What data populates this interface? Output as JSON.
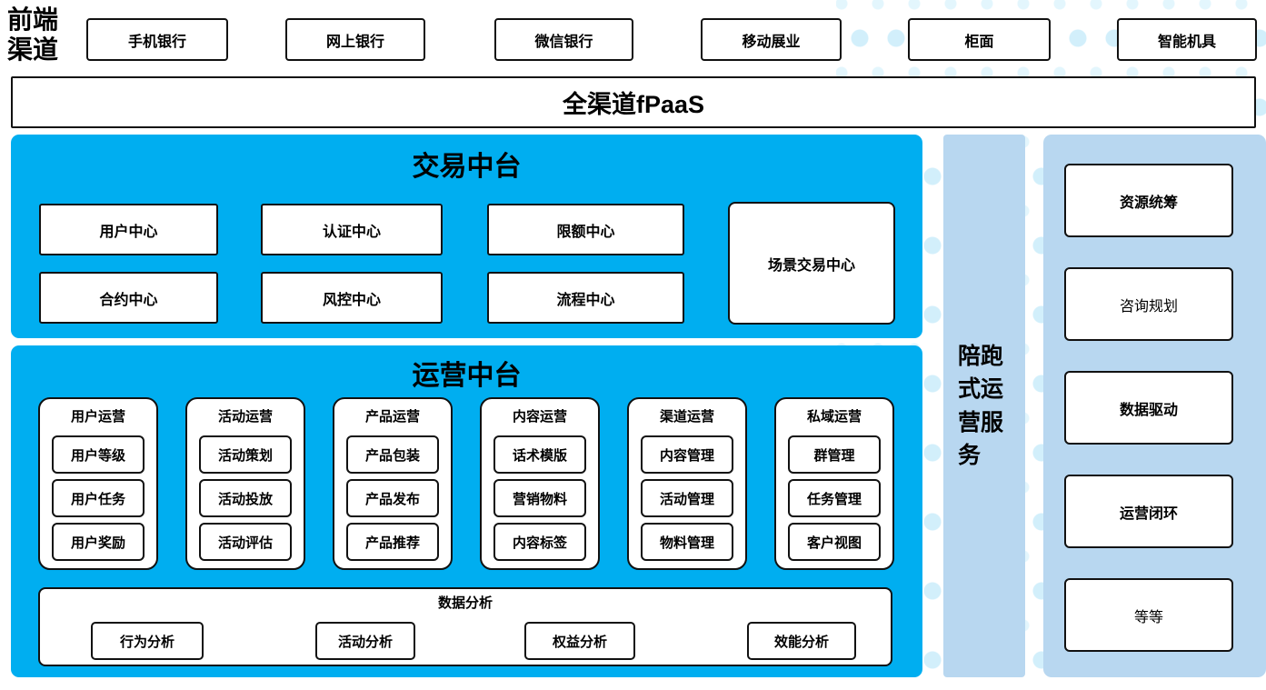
{
  "frontend": {
    "label": "前端渠道",
    "channels": [
      "手机银行",
      "网上银行",
      "微信银行",
      "移动展业",
      "柜面",
      "智能机具"
    ]
  },
  "fpaas": {
    "label": "全渠道fPaaS"
  },
  "trade": {
    "title": "交易中台",
    "centers": [
      "用户中心",
      "认证中心",
      "限额中心",
      "合约中心",
      "风控中心",
      "流程中心"
    ],
    "scene": "场景交易中心"
  },
  "operation": {
    "title": "运营中台",
    "groups": [
      {
        "title": "用户运营",
        "items": [
          "用户等级",
          "用户任务",
          "用户奖励"
        ]
      },
      {
        "title": "活动运营",
        "items": [
          "活动策划",
          "活动投放",
          "活动评估"
        ]
      },
      {
        "title": "产品运营",
        "items": [
          "产品包装",
          "产品发布",
          "产品推荐"
        ]
      },
      {
        "title": "内容运营",
        "items": [
          "话术模版",
          "营销物料",
          "内容标签"
        ]
      },
      {
        "title": "渠道运营",
        "items": [
          "内容管理",
          "活动管理",
          "物料管理"
        ]
      },
      {
        "title": "私域运营",
        "items": [
          "群管理",
          "任务管理",
          "客户视图"
        ]
      }
    ],
    "analysis": {
      "title": "数据分析",
      "items": [
        "行为分析",
        "活动分析",
        "权益分析",
        "效能分析"
      ]
    }
  },
  "side_service": {
    "label": "陪跑式运营服务"
  },
  "right_panel": {
    "items": [
      {
        "label": "资源统筹"
      },
      {
        "label": "咨询规划"
      },
      {
        "label": "数据驱动"
      },
      {
        "label": "运营闭环"
      },
      {
        "label": "等等"
      }
    ]
  },
  "colors": {
    "primary_blue": "#00AEF0",
    "light_blue": "#B8D7F0",
    "dot_color": "#D2EFFB"
  }
}
